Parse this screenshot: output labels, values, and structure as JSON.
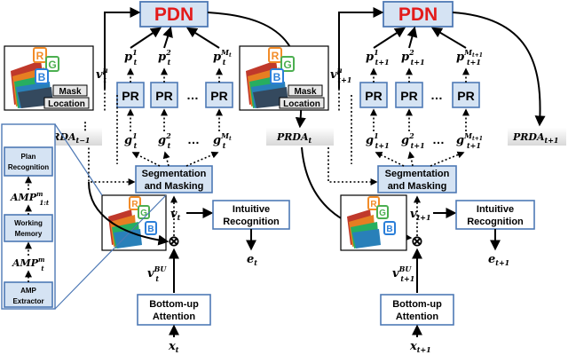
{
  "labels": {
    "pdn": "PDN",
    "pr": "PR",
    "mask": "Mask",
    "location": "Location",
    "channel_r": "R",
    "channel_g": "G",
    "channel_b": "B",
    "segmentation_line1": "Segmentation",
    "segmentation_line2": "and Masking",
    "intuitive_line1": "Intuitive",
    "intuitive_line2": "Recognition",
    "bottomup_line1": "Bottom-up",
    "bottomup_line2": "Attention",
    "plan_line1": "Plan",
    "plan_line2": "Recognition",
    "working_line1": "Working",
    "working_line2": "Memory",
    "ampext_line1": "AMP",
    "ampext_line2": "Extractor",
    "ellipsis": "…",
    "vdots": "⋮",
    "otimes": "⊗"
  },
  "math": {
    "left": {
      "v_mu": "v",
      "v_mu_sup": "μ",
      "v_mu_sub": "t",
      "p1": "p",
      "p1_sup": "1",
      "p1_sub": "t",
      "p2": "p",
      "p2_sup": "2",
      "p2_sub": "t",
      "pM": "p",
      "pM_sup": "M",
      "pM_sup_sub": "t",
      "pM_sub": "t",
      "g1": "g",
      "g1_sup": "1",
      "g1_sub": "t",
      "g2": "g",
      "g2_sup": "2",
      "g2_sub": "t",
      "gM": "g",
      "gM_sup": "M",
      "gM_sup_sub": "t",
      "gM_sub": "t",
      "v": "v",
      "v_sub": "t",
      "vbu": "v",
      "vbu_sup": "BU",
      "vbu_sub": "t",
      "e": "e",
      "e_sub": "t",
      "x": "x",
      "x_sub": "t",
      "prda_prev": "PRDA",
      "prda_prev_sub": "t−1",
      "prda_out": "PRDA",
      "prda_out_sub": "t"
    },
    "right": {
      "v_mu": "v",
      "v_mu_sup": "μ",
      "v_mu_sub": "t+1",
      "p1": "p",
      "p1_sup": "1",
      "p1_sub": "t+1",
      "p2": "p",
      "p2_sup": "2",
      "p2_sub": "t+1",
      "pM": "p",
      "pM_sup": "M",
      "pM_sup_sub": "t+1",
      "pM_sub": "t+1",
      "g1": "g",
      "g1_sup": "1",
      "g1_sub": "t+1",
      "g2": "g",
      "g2_sup": "2",
      "g2_sub": "t+1",
      "gM": "g",
      "gM_sup": "M",
      "gM_sup_sub": "t+1",
      "gM_sub": "t+1",
      "v": "v",
      "v_sub": "t+1",
      "vbu": "v",
      "vbu_sup": "BU",
      "vbu_sub": "t+1",
      "e": "e",
      "e_sub": "t+1",
      "x": "x",
      "x_sub": "t+1",
      "prda_out": "PRDA",
      "prda_out_sub": "t+1"
    },
    "amp_1t": "AMP",
    "amp_1t_sup": "m",
    "amp_1t_sub": "1:t",
    "amp_t": "AMP",
    "amp_t_sup": "m",
    "amp_t_sub": "t"
  },
  "colors": {
    "box_fill": "#d5e3f3",
    "box_stroke": "#4e79b5",
    "pdn_text": "#e31b1b",
    "channel_r": "#f28c28",
    "channel_g": "#4caf50",
    "channel_b": "#2b7fd9"
  }
}
